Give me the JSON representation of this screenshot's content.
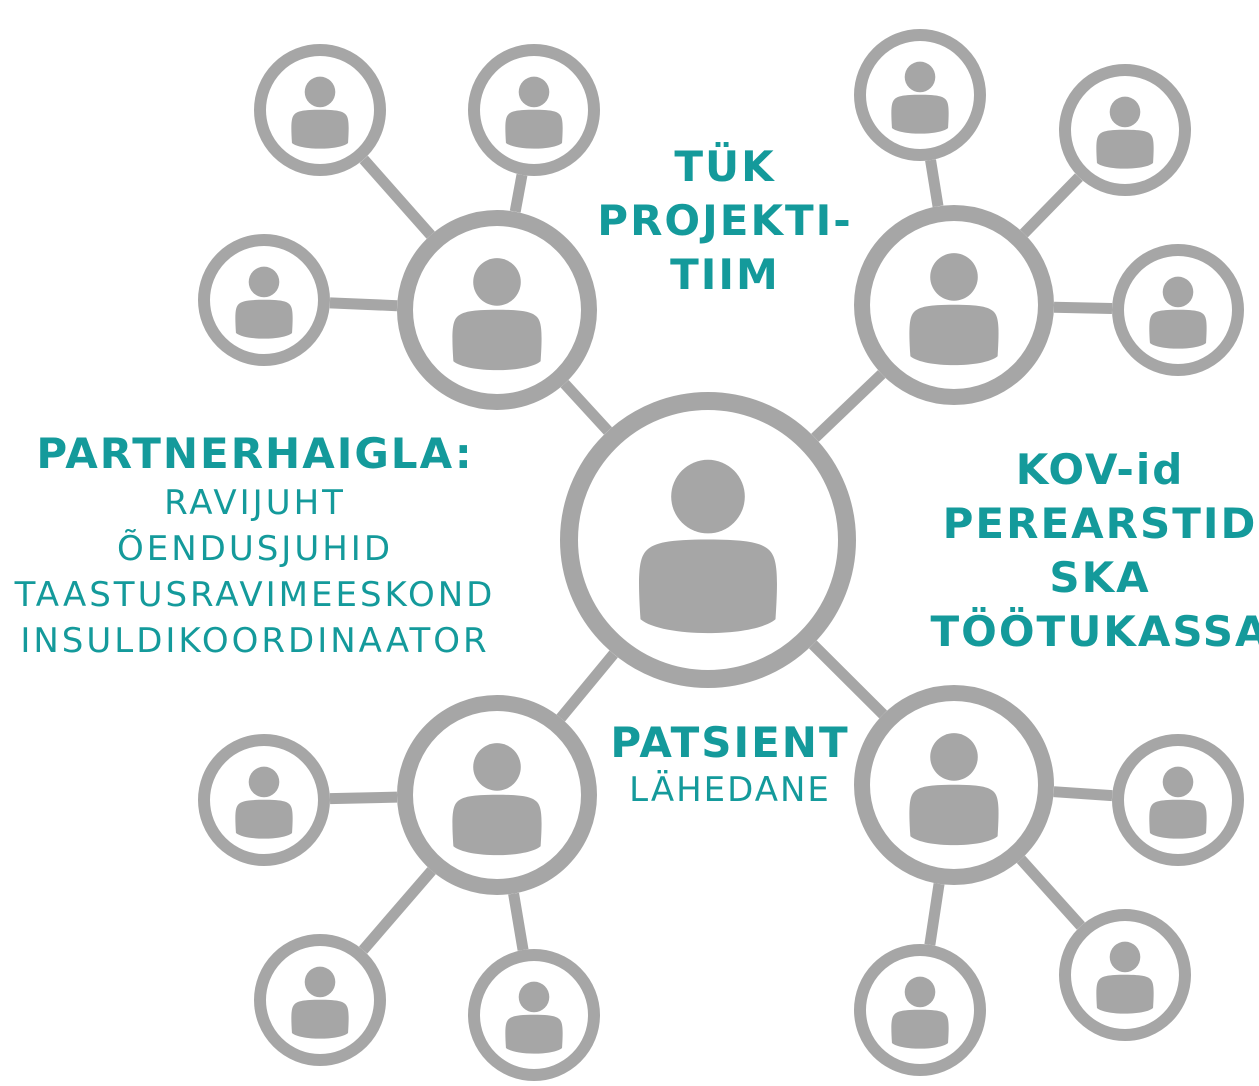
{
  "colors": {
    "node": "#a6a6a6",
    "text": "#149a9b"
  },
  "icon": "person-icon",
  "labels": {
    "top": [
      "TÜK",
      "PROJEKTI-",
      "TIIM"
    ],
    "left_title": "PARTNERHAIGLA:",
    "left_items": [
      "RAVIJUHT",
      "ÕENDUSJUHID",
      "TAASTUSRAVIMEESKOND",
      "INSULDIKOORDINAATOR"
    ],
    "right": [
      "KOV-id",
      "PEREARSTID",
      "SKA",
      "TÖÖTUKASSA"
    ],
    "center_title": "PATSIENT",
    "center_sub": "LÄHEDANE"
  }
}
